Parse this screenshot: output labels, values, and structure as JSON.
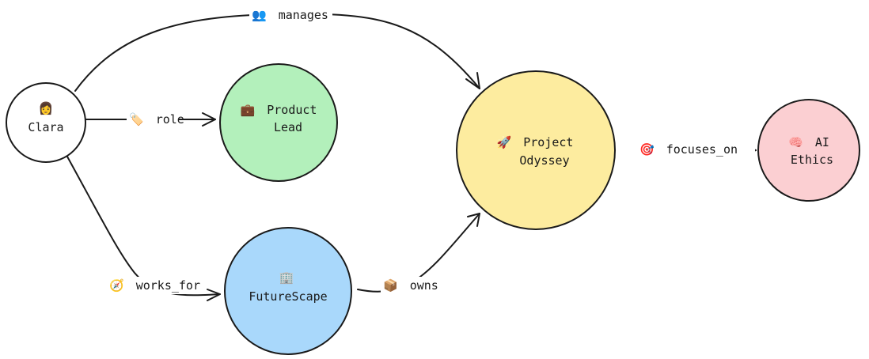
{
  "nodes": {
    "clara": {
      "icon": "👩",
      "line1": "Clara",
      "line2": "",
      "fill": "#ffffff"
    },
    "product_lead": {
      "icon": "💼",
      "line1": "Product",
      "line2": "Lead",
      "fill": "#b3f0bb"
    },
    "futurescape": {
      "icon": "🏢",
      "line1": "",
      "line2": "FutureScape",
      "fill": "#a9d8fb"
    },
    "project_odyssey": {
      "icon": "🚀",
      "line1": "Project",
      "line2": "Odyssey",
      "fill": "#fdec9f"
    },
    "ai_ethics": {
      "icon": "🧠",
      "line1": "AI",
      "line2": "Ethics",
      "fill": "#fbcfd2"
    }
  },
  "edges": {
    "manages": {
      "icon": "👥",
      "label": "manages"
    },
    "role": {
      "icon": "🏷️",
      "label": "role"
    },
    "works_for": {
      "icon": "🧭",
      "label": "works_for"
    },
    "owns": {
      "icon": "📦",
      "label": "owns"
    },
    "focuses_on": {
      "icon": "🎯",
      "label": "focuses_on"
    }
  }
}
